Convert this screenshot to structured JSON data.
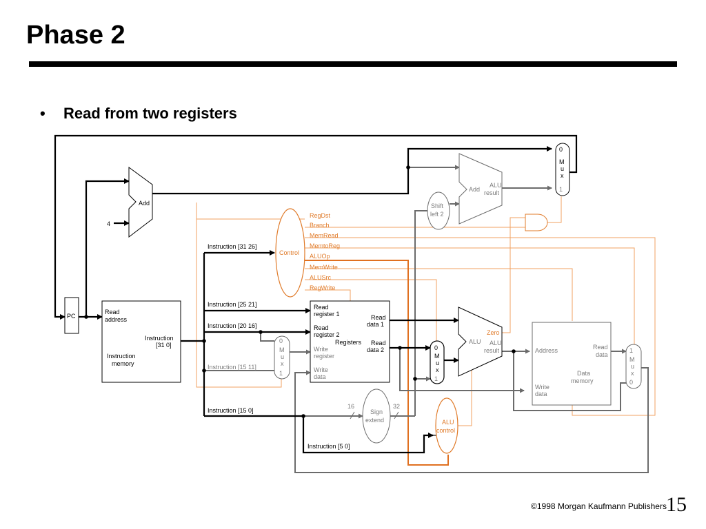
{
  "slide": {
    "title": "Phase 2",
    "bullet": "Read from two registers",
    "footer": "©1998 Morgan Kaufmann Publishers",
    "page_number": "15"
  },
  "diagram": {
    "pc": "PC",
    "add_top": "Add",
    "const_four": "4",
    "instr_mem": {
      "read": "Read",
      "address": "address",
      "instruction": "Instruction",
      "bits": "[31   0]",
      "name1": "Instruction",
      "name2": "memory"
    },
    "fields": {
      "f31_26": "Instruction [31   26]",
      "f25_21": "Instruction [25   21]",
      "f20_16": "Instruction [20   16]",
      "f15_11": "Instruction [15   11]",
      "f15_0": "Instruction [15   0]",
      "f5_0": "Instruction [5   0]"
    },
    "control": "Control",
    "signals": [
      "RegDst",
      "Branch",
      "MemRead",
      "MemtoReg",
      "ALUOp",
      "MemWrite",
      "ALUSrc",
      "RegWrite"
    ],
    "registers": {
      "rr1a": "Read",
      "rr1b": "register 1",
      "rr2a": "Read",
      "rr2b": "register 2",
      "wra": "Write",
      "wrb": "register",
      "wda": "Write",
      "wdb": "data",
      "rd1a": "Read",
      "rd1b": "data 1",
      "rd2a": "Read",
      "rd2b": "data 2",
      "name": "Registers"
    },
    "mux_letters": [
      "M",
      "u",
      "x"
    ],
    "mux_regdst": {
      "top": "0",
      "bottom": "1"
    },
    "mux_alusrc": {
      "top": "0",
      "bottom": "1"
    },
    "mux_branch": {
      "top": "0",
      "bottom": "1"
    },
    "mux_memtoreg": {
      "top": "1",
      "bottom": "0"
    },
    "shift": {
      "a": "Shift",
      "b": "left 2"
    },
    "add_branch": {
      "add": "Add",
      "alu": "ALU",
      "result": "result"
    },
    "alu_main": {
      "alu": "ALU",
      "alu2": "ALU",
      "result": "result",
      "zero": "Zero"
    },
    "sign_extend": {
      "a": "Sign",
      "b": "extend",
      "in_bits": "16",
      "out_bits": "32"
    },
    "alu_control": {
      "a": "ALU",
      "b": "control"
    },
    "data_mem": {
      "address": "Address",
      "rd_a": "Read",
      "rd_b": "data",
      "wd_a": "Write",
      "wd_b": "data",
      "name_a": "Data",
      "name_b": "memory"
    }
  }
}
